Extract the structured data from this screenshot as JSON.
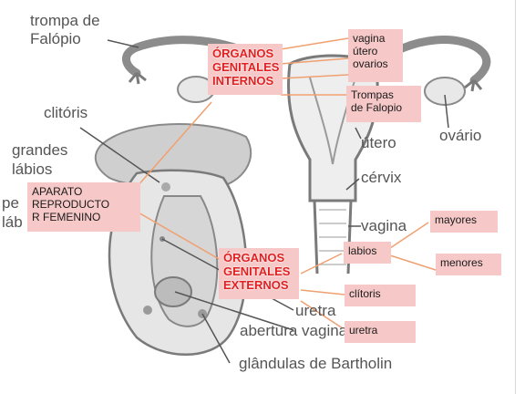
{
  "diagram": {
    "printed_labels": [
      "trompa de",
      "Falópio",
      "clitóris",
      "grandes",
      "lábios",
      "pe",
      "láb",
      "ovário",
      "útero",
      "cérvix",
      "vagina",
      "uretra",
      "abertura vaginal",
      "glândulas de Bartholin"
    ],
    "boxes": {
      "aparato": [
        "APARATO",
        "REPRODUCTO",
        "R FEMENINO"
      ],
      "internos": [
        "ÓRGANOS",
        "GENITALES",
        "INTERNOS"
      ],
      "externos": [
        "ÓRGANOS",
        "GENITALES",
        "EXTERNOS"
      ],
      "internal_list": [
        "vagina",
        "útero",
        "ovarios"
      ],
      "trompas": [
        "Trompas",
        "de Falopio"
      ],
      "labios": "labios",
      "clitoris": "clítoris",
      "uretra": "uretra",
      "mayores": "mayores",
      "menores": "menores"
    },
    "colors": {
      "box_fill": "#f6c8c8",
      "heading_text": "#e02020",
      "arrow": "#f0a070",
      "illustration": "#9a9a9a"
    }
  }
}
